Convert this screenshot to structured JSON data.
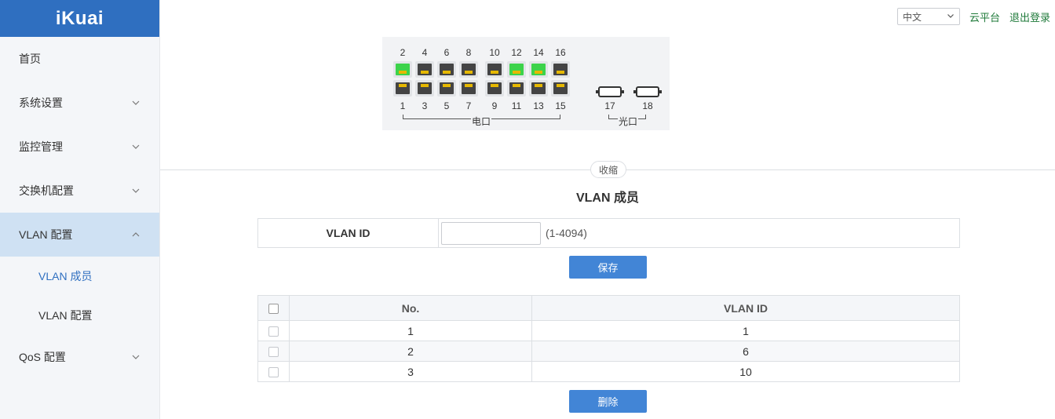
{
  "brand": "iKuai",
  "topbar": {
    "language": "中文",
    "cloud": "云平台",
    "logout": "退出登录"
  },
  "sidebar": {
    "items": [
      {
        "label": "首页"
      },
      {
        "label": "系统设置"
      },
      {
        "label": "监控管理"
      },
      {
        "label": "交换机配置"
      },
      {
        "label": "VLAN 配置"
      },
      {
        "label": "QoS 配置"
      }
    ],
    "sub_items": [
      {
        "label": "VLAN 成员"
      },
      {
        "label": "VLAN 配置"
      }
    ]
  },
  "switch_panel": {
    "top_ports": [
      "2",
      "4",
      "6",
      "8",
      "10",
      "12",
      "14",
      "16"
    ],
    "bottom_ports": [
      "1",
      "3",
      "5",
      "7",
      "9",
      "11",
      "13",
      "15"
    ],
    "sfp_ports": [
      "17",
      "18"
    ],
    "electrical_label": "电口",
    "optical_label": "光口",
    "active_ports": [
      "2",
      "12",
      "14"
    ],
    "colors": {
      "active": "#3cd34a",
      "idle": "#444444",
      "led": "#e6b800"
    }
  },
  "collapse_label": "收缩",
  "section_title": "VLAN 成员",
  "form": {
    "label": "VLAN ID",
    "value": "",
    "hint": "(1-4094)"
  },
  "save_label": "保存",
  "table": {
    "headers": {
      "no": "No.",
      "vlan": "VLAN ID"
    },
    "rows": [
      {
        "no": "1",
        "vlan": "1"
      },
      {
        "no": "2",
        "vlan": "6"
      },
      {
        "no": "3",
        "vlan": "10"
      }
    ]
  },
  "delete_label": "删除"
}
